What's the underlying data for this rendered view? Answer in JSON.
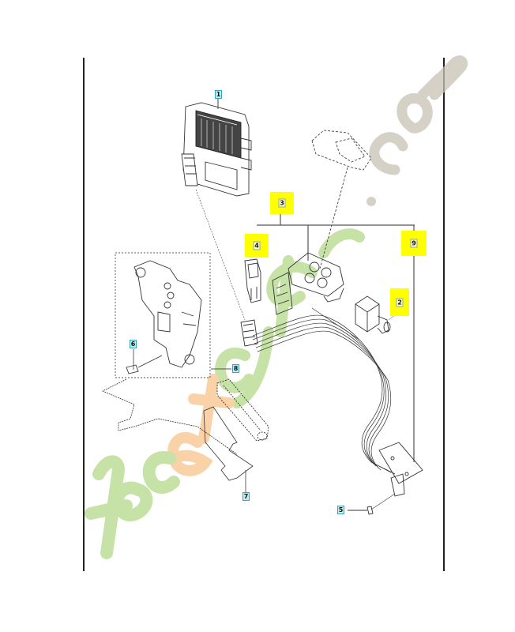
{
  "diagram": {
    "type": "exploded-parts-view",
    "callouts": [
      {
        "id": "1",
        "label": "1",
        "highlight": false
      },
      {
        "id": "2",
        "label": "2",
        "highlight": true
      },
      {
        "id": "3",
        "label": "3",
        "highlight": true
      },
      {
        "id": "4",
        "label": "4",
        "highlight": true
      },
      {
        "id": "5",
        "label": "5",
        "highlight": false
      },
      {
        "id": "6",
        "label": "6",
        "highlight": false
      },
      {
        "id": "7",
        "label": "7",
        "highlight": false
      },
      {
        "id": "8",
        "label": "8",
        "highlight": false
      },
      {
        "id": "9",
        "label": "9",
        "highlight": true
      }
    ],
    "colors": {
      "highlight": "#ffff00",
      "callout_fill": "#bfeef2",
      "callout_border": "#3aa6b5",
      "line": "#333333",
      "frame": "#222222"
    }
  },
  "watermark": {
    "part1": "for",
    "part2": "et",
    "part3": "jard",
    "part4": "in",
    "part5": ".com",
    "colors": {
      "green": "#b5d98a",
      "orange": "#f7c48a",
      "gray": "#c9c2b5"
    }
  }
}
